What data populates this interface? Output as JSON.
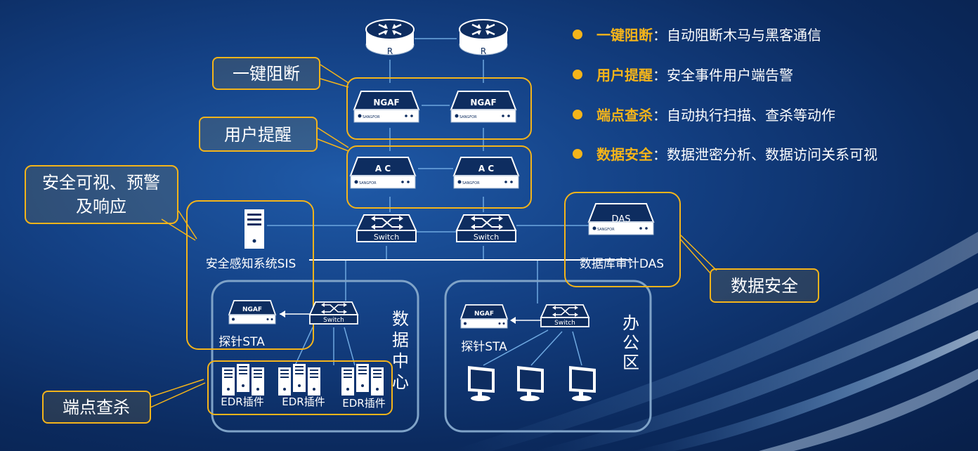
{
  "colors": {
    "accent": "#f4b41a",
    "background": "#133f82",
    "zone_border": "#7fa3c8",
    "device_fill": "#ffffff",
    "device_dark": "#0e2d60",
    "text": "#ffffff"
  },
  "legend": [
    {
      "key": "一键阻断",
      "desc": "：自动阻断木马与黑客通信"
    },
    {
      "key": "用户提醒",
      "desc": "：安全事件用户端告警"
    },
    {
      "key": "端点查杀",
      "desc": "：自动执行扫描、查杀等动作"
    },
    {
      "key": "数据安全",
      "desc": "：数据泄密分析、数据访问关系可视"
    }
  ],
  "callouts": {
    "block": "一键阻断",
    "remind": "用户提醒",
    "visual_line1": "安全可视、预警",
    "visual_line2": "及响应",
    "data_security": "数据安全",
    "endpoint": "端点查杀"
  },
  "devices": {
    "router_label": "R",
    "ngaf_label": "NGAF",
    "ac_label": "A C",
    "switch_label": "Switch",
    "das_label": "DAS",
    "vendor_label": "SANGFOR",
    "sis_label": "安全感知系统SIS",
    "das_caption": "数据库审计DAS",
    "sta_label": "探针STA",
    "edr_label": "EDR插件"
  },
  "zones": {
    "datacenter": "数据中心",
    "office": "办公区"
  }
}
